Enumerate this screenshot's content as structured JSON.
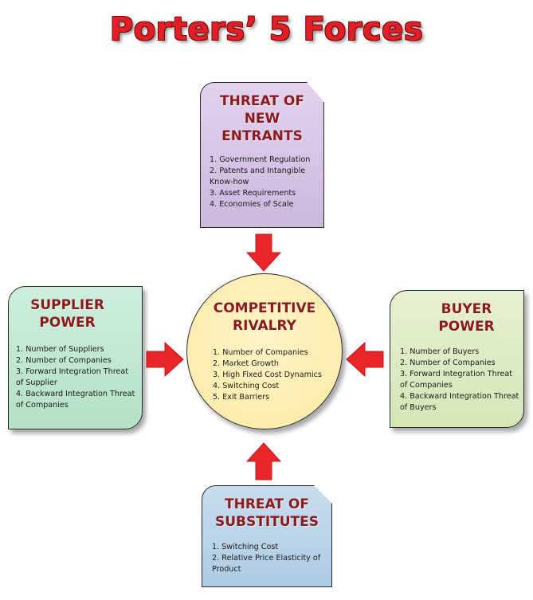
{
  "title": "Porters’ 5 Forces",
  "forces": {
    "new_entrants": {
      "title_lines": [
        "THREAT OF",
        "NEW",
        "ENTRANTS"
      ],
      "items": [
        "1. Government Regulation",
        "2. Patents and Intangible",
        "Know-how",
        "3. Asset Requirements",
        "4. Economies of Scale"
      ]
    },
    "supplier_power": {
      "title_lines": [
        "SUPPLIER",
        "POWER"
      ],
      "items": [
        "1. Number of Suppliers",
        "2. Number of Companies",
        "3. Forward Integration Threat",
        "of Supplier",
        "4. Backward Integration Threat",
        "of Companies"
      ]
    },
    "competitive_rivalry": {
      "title_lines": [
        "COMPETITIVE",
        "RIVALRY"
      ],
      "items": [
        "1. Number of Companies",
        "2. Market Growth",
        "3. High Fixed Cost Dynamics",
        "4. Switching Cost",
        "5. Exit Barriers"
      ]
    },
    "buyer_power": {
      "title_lines": [
        "BUYER",
        "POWER"
      ],
      "items": [
        "1. Number of Buyers",
        "2. Number of Companies",
        "3. Forward Integration Threat",
        "of Companies",
        "4. Backward Integration Threat",
        "of Buyers"
      ]
    },
    "substitutes": {
      "title_lines": [
        "THREAT OF",
        "SUBSTITUTES"
      ],
      "items": [
        "1. Switching Cost",
        "2. Relative Price Elasticity of",
        "Product"
      ]
    }
  },
  "colors": {
    "title": "#e21f26",
    "box_title": "#8b1a1a",
    "arrow": "#e8262a",
    "new_entrants_fill": "#d8c6e6",
    "supplier_fill": "#c2e8d1",
    "rivalry_fill": "#fbedb3",
    "buyer_fill": "#deebc4",
    "substitutes_fill": "#bcd4ea"
  },
  "icons": {
    "arrow": "red-block-arrow-icon"
  }
}
